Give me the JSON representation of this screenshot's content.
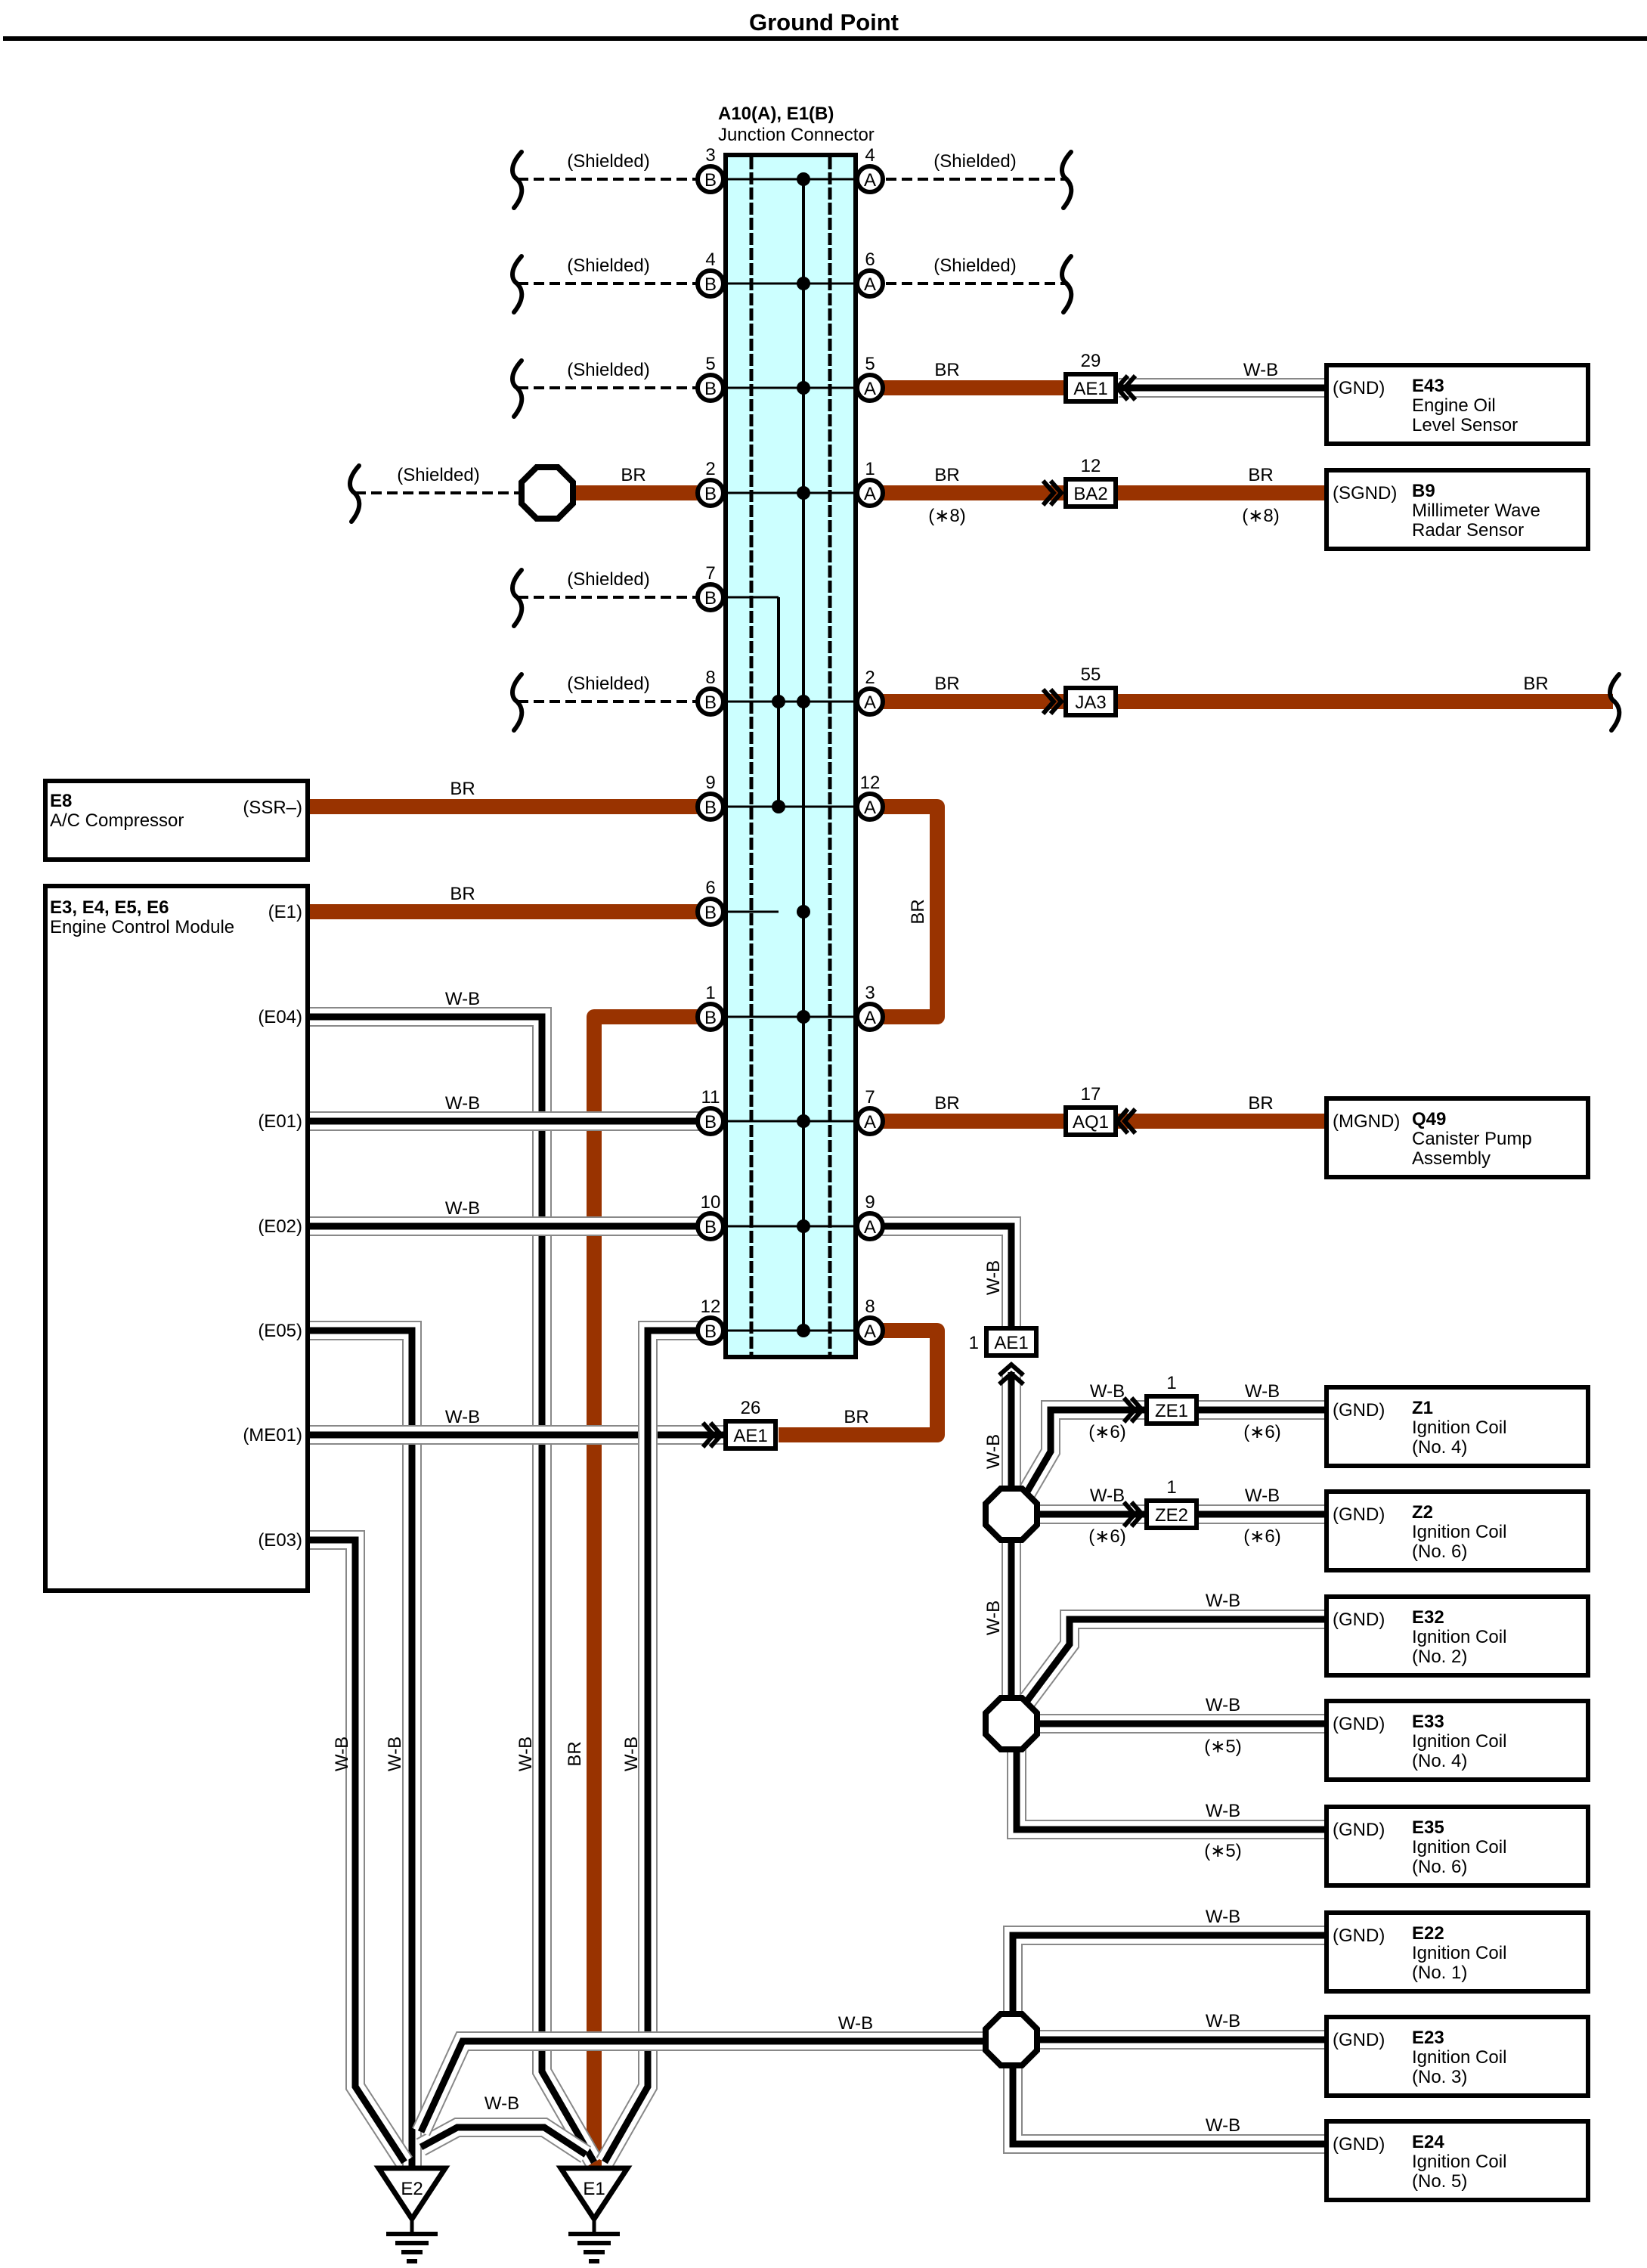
{
  "title": "Ground Point",
  "colors": {
    "br_wire": "#993300",
    "connector_fill": "#ccffff",
    "wb_wire": "#000000"
  },
  "junction_connector": {
    "id": "A10(A), E1(B)",
    "name": "Junction Connector",
    "pins_left": [
      {
        "num": "3",
        "side": "B",
        "wire": "(Shielded)"
      },
      {
        "num": "4",
        "side": "B",
        "wire": "(Shielded)"
      },
      {
        "num": "5",
        "side": "B",
        "wire": "(Shielded)"
      },
      {
        "num": "2",
        "side": "B",
        "wire": "BR"
      },
      {
        "num": "7",
        "side": "B",
        "wire": "(Shielded)"
      },
      {
        "num": "8",
        "side": "B",
        "wire": "(Shielded)"
      },
      {
        "num": "9",
        "side": "B",
        "wire": "BR"
      },
      {
        "num": "6",
        "side": "B",
        "wire": "BR"
      },
      {
        "num": "1",
        "side": "B",
        "wire": "BR"
      },
      {
        "num": "11",
        "side": "B",
        "wire": "W-B"
      },
      {
        "num": "10",
        "side": "B",
        "wire": "W-B"
      },
      {
        "num": "12",
        "side": "B",
        "wire": "W-B"
      }
    ],
    "pins_right": [
      {
        "num": "4",
        "side": "A",
        "wire": "(Shielded)"
      },
      {
        "num": "6",
        "side": "A",
        "wire": "(Shielded)"
      },
      {
        "num": "5",
        "side": "A",
        "wire": "BR"
      },
      {
        "num": "1",
        "side": "A",
        "wire": "BR"
      },
      {
        "num": "",
        "side": "",
        "wire": ""
      },
      {
        "num": "2",
        "side": "A",
        "wire": "BR"
      },
      {
        "num": "12",
        "side": "A",
        "wire": "BR"
      },
      {
        "num": "",
        "side": "",
        "wire": ""
      },
      {
        "num": "3",
        "side": "A",
        "wire": "BR"
      },
      {
        "num": "7",
        "side": "A",
        "wire": "BR"
      },
      {
        "num": "9",
        "side": "A",
        "wire": "W-B"
      },
      {
        "num": "8",
        "side": "A",
        "wire": "BR"
      }
    ]
  },
  "labels": {
    "shielded": "(Shielded)",
    "br": "BR",
    "wb": "W-B",
    "note8": "(∗8)",
    "note6": "(∗6)",
    "note5": "(∗5)"
  },
  "inline_connectors": [
    {
      "id": "AE1",
      "pin": "29"
    },
    {
      "id": "BA2",
      "pin": "12"
    },
    {
      "id": "JA3",
      "pin": "55"
    },
    {
      "id": "AQ1",
      "pin": "17"
    },
    {
      "id": "AE1",
      "pin": "1"
    },
    {
      "id": "AE1",
      "pin": "26"
    },
    {
      "id": "ZE1",
      "pin": "1"
    },
    {
      "id": "ZE2",
      "pin": "1"
    }
  ],
  "components": {
    "e43": {
      "terminal": "(GND)",
      "code": "E43",
      "desc1": "Engine Oil",
      "desc2": "Level Sensor"
    },
    "b9": {
      "terminal": "(SGND)",
      "code": "B9",
      "desc1": "Millimeter Wave",
      "desc2": "Radar Sensor"
    },
    "q49": {
      "terminal": "(MGND)",
      "code": "Q49",
      "desc1": "Canister Pump",
      "desc2": "Assembly"
    },
    "z1": {
      "terminal": "(GND)",
      "code": "Z1",
      "desc1": "Ignition Coil",
      "desc2": "(No. 4)"
    },
    "z2": {
      "terminal": "(GND)",
      "code": "Z2",
      "desc1": "Ignition Coil",
      "desc2": "(No. 6)"
    },
    "e32": {
      "terminal": "(GND)",
      "code": "E32",
      "desc1": "Ignition Coil",
      "desc2": "(No. 2)"
    },
    "e33": {
      "terminal": "(GND)",
      "code": "E33",
      "desc1": "Ignition Coil",
      "desc2": "(No. 4)"
    },
    "e35": {
      "terminal": "(GND)",
      "code": "E35",
      "desc1": "Ignition Coil",
      "desc2": "(No. 6)"
    },
    "e22": {
      "terminal": "(GND)",
      "code": "E22",
      "desc1": "Ignition Coil",
      "desc2": "(No. 1)"
    },
    "e23": {
      "terminal": "(GND)",
      "code": "E23",
      "desc1": "Ignition Coil",
      "desc2": "(No. 3)"
    },
    "e24": {
      "terminal": "(GND)",
      "code": "E24",
      "desc1": "Ignition Coil",
      "desc2": "(No. 5)"
    },
    "e8": {
      "terminal": "(SSR–)",
      "code": "E8",
      "desc1": "A/C Compressor"
    },
    "ecm": {
      "code": "E3, E4, E5, E6",
      "desc1": "Engine Control Module",
      "terminals": [
        "(E1)",
        "(E04)",
        "(E01)",
        "(E02)",
        "(E05)",
        "(ME01)",
        "(E03)"
      ]
    }
  },
  "grounds": [
    {
      "id": "E2"
    },
    {
      "id": "E1"
    }
  ]
}
